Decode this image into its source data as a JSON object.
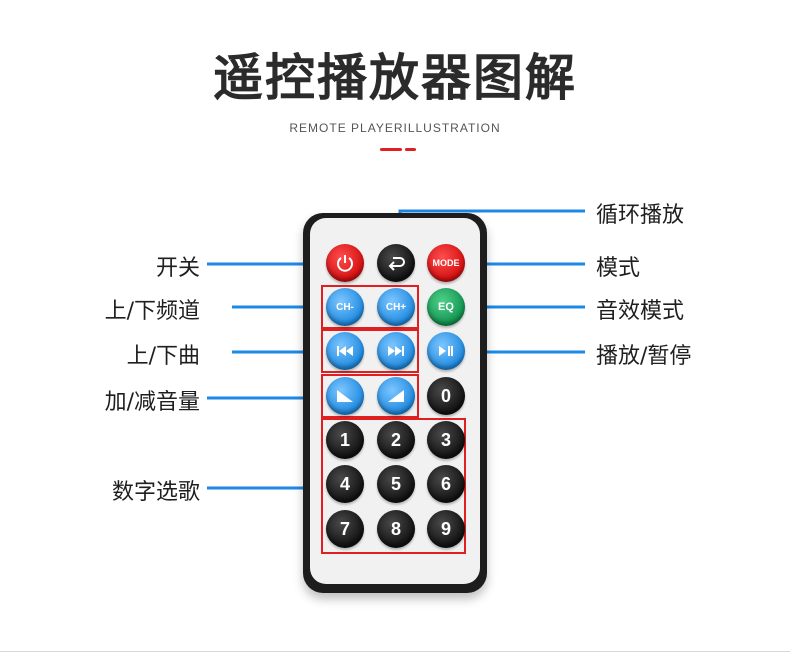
{
  "title": "遥控播放器图解",
  "subtitle": "REMOTE PLAYERILLUSTRATION",
  "colors": {
    "accent": "#e11f1f",
    "line": "#1e88e5",
    "text": "#1f1f1f"
  },
  "labels_left": {
    "power": "开关",
    "channel": "上/下频道",
    "track": "上/下曲",
    "volume": "加/减音量",
    "number_select": "数字选歌"
  },
  "labels_right": {
    "repeat": "循环播放",
    "mode": "模式",
    "eq_mode": "音效模式",
    "play_pause": "播放/暂停"
  },
  "buttons": {
    "mode": "MODE",
    "ch_minus": "CH-",
    "ch_plus": "CH+",
    "eq": "EQ",
    "zero": "0",
    "digits": [
      "1",
      "2",
      "3",
      "4",
      "5",
      "6",
      "7",
      "8",
      "9"
    ]
  },
  "icons": {
    "power": "power-icon",
    "return": "return-arrow-icon",
    "prev": "previous-track-icon",
    "next": "next-track-icon",
    "play_pause": "play-pause-icon",
    "vol_down": "volume-down-icon",
    "vol_up": "volume-up-icon"
  }
}
